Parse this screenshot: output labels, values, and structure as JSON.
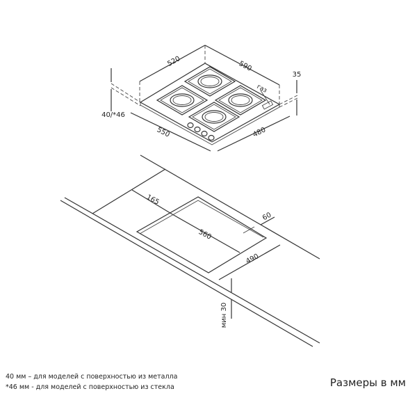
{
  "hob_dimensions": {
    "depth": "520",
    "width": "590",
    "height": "35",
    "thickness": "40/*46",
    "front_width": "550",
    "front_depth": "480",
    "gas_label": "газ"
  },
  "cutout_dimensions": {
    "back_offset": "165",
    "cutout_width": "560",
    "cutout_depth": "490",
    "edge_offset": "60",
    "min_thickness": "мин 30"
  },
  "notes": [
    "40 мм – для моделей с поверхностью  из металла",
    "*46 мм - для моделей с поверхностью  из стекла"
  ],
  "units_label": "Размеры в мм"
}
